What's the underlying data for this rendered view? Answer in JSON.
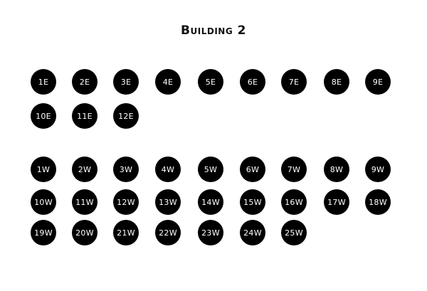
{
  "page": {
    "title": "Building 2"
  },
  "east_units": [
    "1E",
    "2E",
    "3E",
    "4E",
    "5E",
    "6E",
    "7E",
    "8E",
    "9E",
    "10E",
    "11E",
    "12E"
  ],
  "west_units": [
    "1W",
    "2W",
    "3W",
    "4W",
    "5W",
    "6W",
    "7W",
    "8W",
    "9W",
    "10W",
    "11W",
    "12W",
    "13W",
    "14W",
    "15W",
    "16W",
    "17W",
    "18W",
    "19W",
    "20W",
    "21W",
    "22W",
    "23W",
    "24W",
    "25W"
  ],
  "colors": {
    "unit_fill": "#000000",
    "unit_text": "#ffffff",
    "title_text": "#111111",
    "background": "#ffffff"
  }
}
